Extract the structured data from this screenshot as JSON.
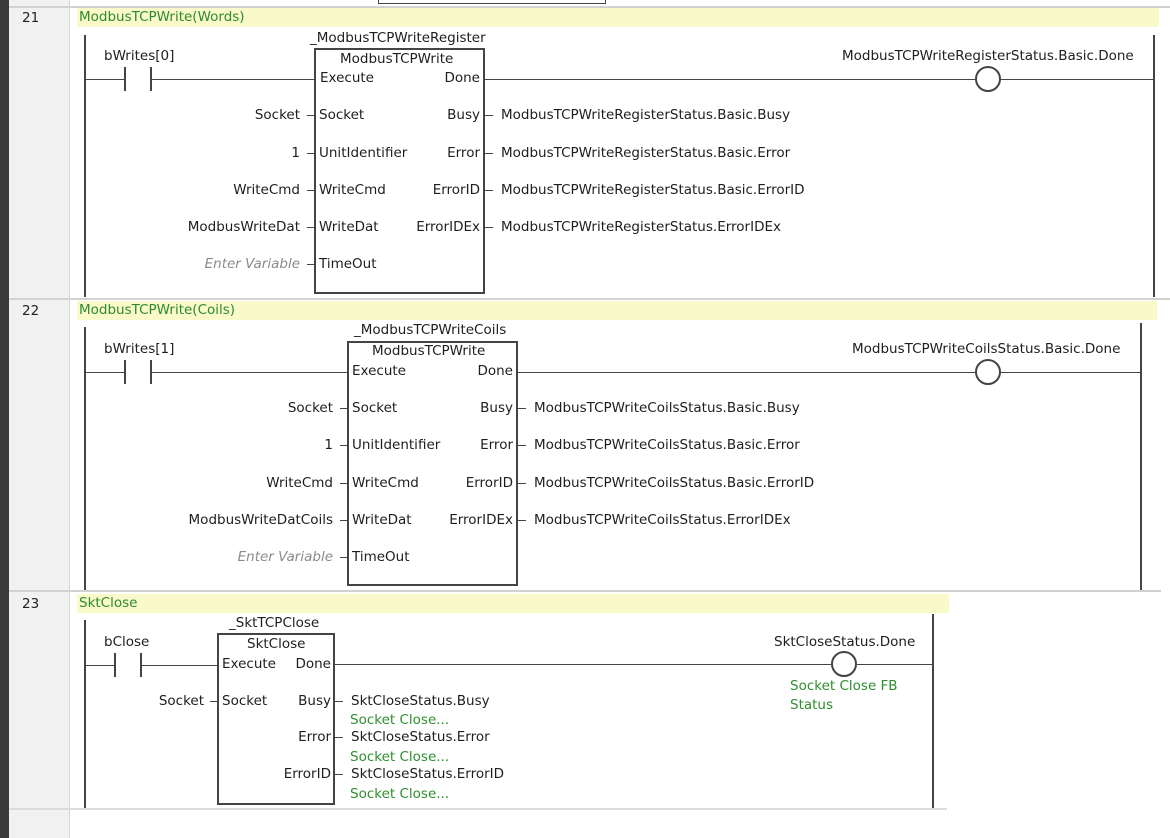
{
  "topbar": {},
  "rungs": [
    {
      "number": "21",
      "comment": "ModbusTCPWrite(Words)",
      "contact": "bWrites[0]",
      "instance": "_ModbusTCPWriteRegister",
      "fb_type": "ModbusTCPWrite",
      "inputs": [
        "Execute",
        "Socket",
        "UnitIdentifier",
        "WriteCmd",
        "WriteDat",
        "TimeOut"
      ],
      "input_vars": [
        "",
        "Socket",
        "1",
        "WriteCmd",
        "ModbusWriteDat",
        "Enter Variable"
      ],
      "outputs": [
        "Done",
        "Busy",
        "Error",
        "ErrorID",
        "ErrorIDEx"
      ],
      "output_vars": [
        "",
        "ModbusTCPWriteRegisterStatus.Basic.Busy",
        "ModbusTCPWriteRegisterStatus.Basic.Error",
        "ModbusTCPWriteRegisterStatus.Basic.ErrorID",
        "ModbusTCPWriteRegisterStatus.ErrorIDEx"
      ],
      "coil": "ModbusTCPWriteRegisterStatus.Basic.Done"
    },
    {
      "number": "22",
      "comment": "ModbusTCPWrite(Coils)",
      "contact": "bWrites[1]",
      "instance": "_ModbusTCPWriteCoils",
      "fb_type": "ModbusTCPWrite",
      "inputs": [
        "Execute",
        "Socket",
        "UnitIdentifier",
        "WriteCmd",
        "WriteDat",
        "TimeOut"
      ],
      "input_vars": [
        "",
        "Socket",
        "1",
        "WriteCmd",
        "ModbusWriteDatCoils",
        "Enter Variable"
      ],
      "outputs": [
        "Done",
        "Busy",
        "Error",
        "ErrorID",
        "ErrorIDEx"
      ],
      "output_vars": [
        "",
        "ModbusTCPWriteCoilsStatus.Basic.Busy",
        "ModbusTCPWriteCoilsStatus.Basic.Error",
        "ModbusTCPWriteCoilsStatus.Basic.ErrorID",
        "ModbusTCPWriteCoilsStatus.ErrorIDEx"
      ],
      "coil": "ModbusTCPWriteCoilsStatus.Basic.Done"
    },
    {
      "number": "23",
      "comment": "SktClose",
      "contact": "bClose",
      "instance": "_SktTCPClose",
      "fb_type": "SktClose",
      "inputs": [
        "Execute",
        "Socket"
      ],
      "input_vars": [
        "",
        "Socket"
      ],
      "outputs": [
        "Done",
        "Busy",
        "Error",
        "ErrorID"
      ],
      "output_vars": [
        "",
        "SktCloseStatus.Busy",
        "SktCloseStatus.Error",
        "SktCloseStatus.ErrorID"
      ],
      "output_comments": [
        "Socket Close...",
        "Socket Close...",
        "Socket Close..."
      ],
      "coil": "SktCloseStatus.Done",
      "coil_comment": [
        "Socket Close FB",
        "Status"
      ]
    }
  ]
}
